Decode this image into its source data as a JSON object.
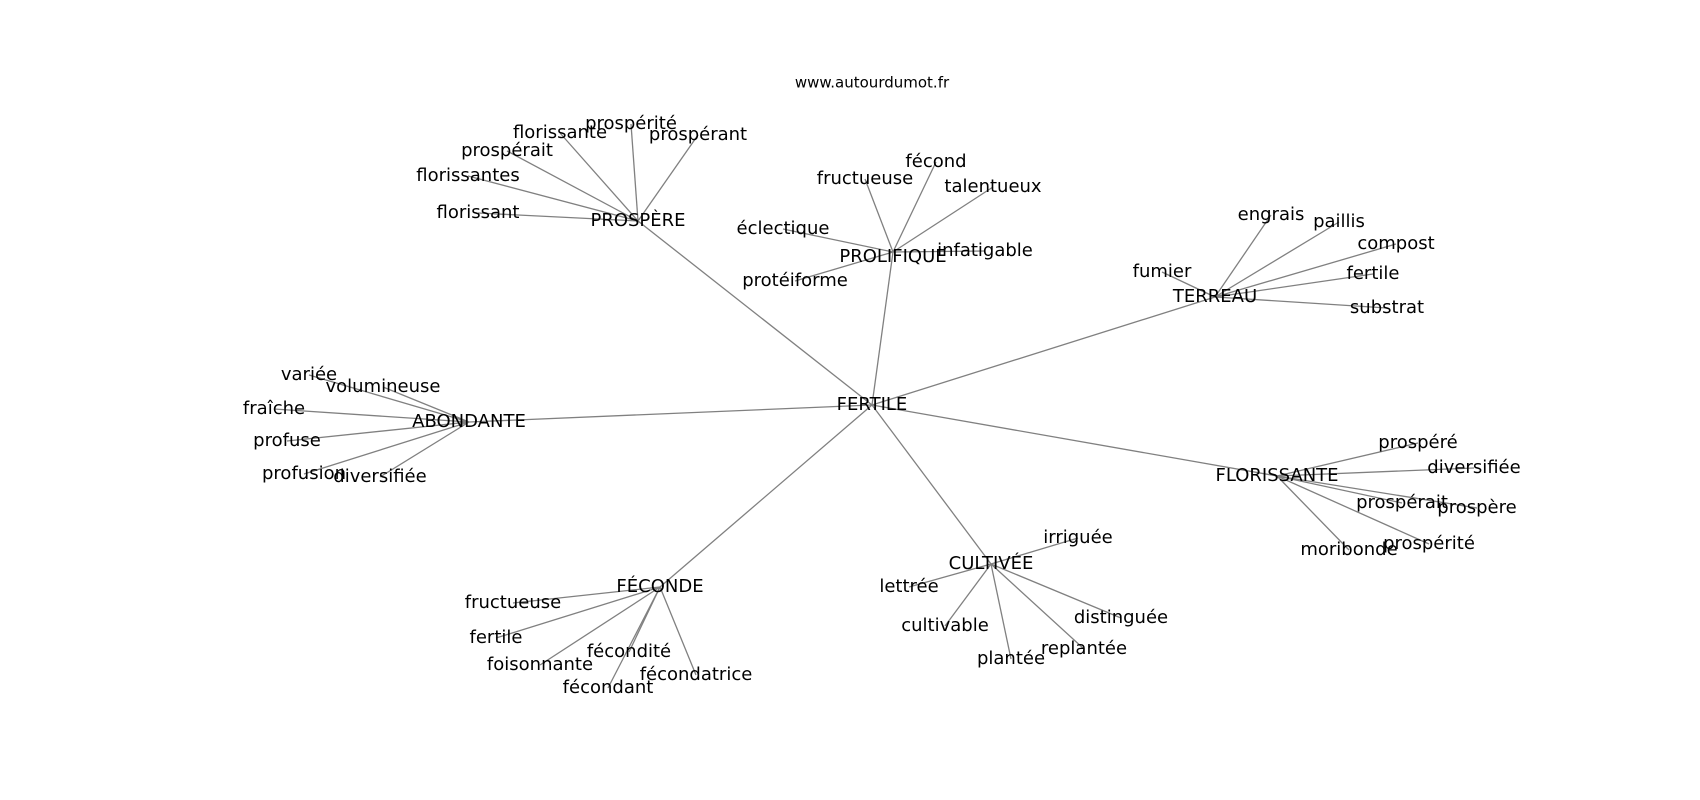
{
  "source": "www.autourdumot.fr",
  "center": "FERTILE",
  "colors": {
    "edge": "#808080",
    "text": "#000000",
    "background": "#ffffff"
  },
  "groups": [
    {
      "name": "PROSPÈRE",
      "leaves": [
        "florissante",
        "prospérité",
        "prospérant",
        "prospérait",
        "florissantes",
        "florissant"
      ]
    },
    {
      "name": "PROLIFIQUE",
      "leaves": [
        "fécond",
        "fructueuse",
        "talentueux",
        "éclectique",
        "infatigable",
        "protéiforme"
      ]
    },
    {
      "name": "TERREAU",
      "leaves": [
        "engrais",
        "paillis",
        "compost",
        "fumier",
        "fertile",
        "substrat"
      ]
    },
    {
      "name": "ABONDANTE",
      "leaves": [
        "variée",
        "volumineuse",
        "fraîche",
        "profuse",
        "profusion",
        "diversifiée"
      ]
    },
    {
      "name": "FLORISSANTE",
      "leaves": [
        "prospéré",
        "diversifiée",
        "prospérait",
        "prospère",
        "prospérité",
        "moribonde"
      ]
    },
    {
      "name": "CULTIVÉE",
      "leaves": [
        "irriguée",
        "lettrée",
        "cultivable",
        "distinguée",
        "replantée",
        "plantée"
      ]
    },
    {
      "name": "FÉCONDE",
      "leaves": [
        "fructueuse",
        "fertile",
        "foisonnante",
        "fécondité",
        "fécondatrice",
        "fécondant"
      ]
    }
  ]
}
